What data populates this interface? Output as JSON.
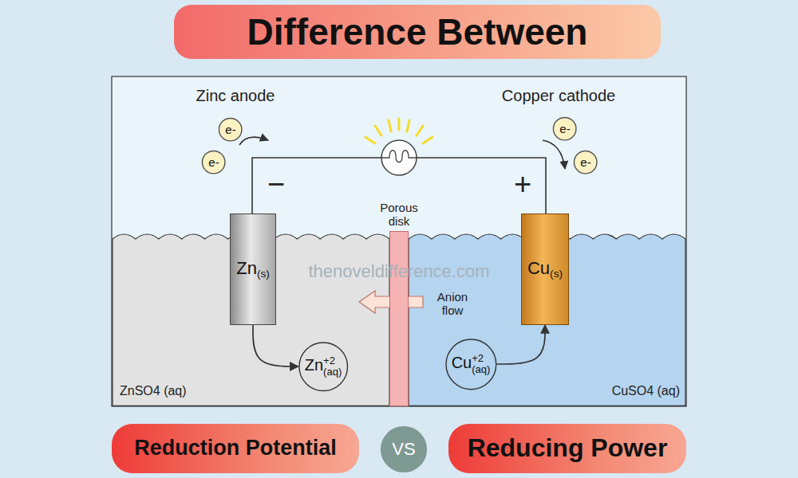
{
  "diagram": {
    "title": "Difference Between",
    "nodes": [
      {
        "text": [
          "e-"
        ]
      },
      {
        "text": [
          "e-"
        ]
      },
      {
        "text": [
          "e-"
        ]
      },
      {
        "text": [
          "e-"
        ]
      },
      {
        "text": [
          "Zn",
          "(s)"
        ]
      },
      {
        "text": [
          "Porous disk"
        ]
      },
      {
        "text": [
          "Cu",
          "(s)"
        ]
      },
      {
        "text": [
          "Zn",
          "+2",
          "(aq)"
        ]
      },
      {
        "text": [
          "Cu",
          "+2",
          "(aq)"
        ]
      },
      {
        "text": [
          "Reduction Potential"
        ]
      },
      {
        "text": [
          "VS"
        ]
      },
      {
        "text": [
          "Reducing Power"
        ]
      }
    ],
    "edges": [
      {
        "from": 4,
        "to": 7,
        "arrow": "to"
      },
      {
        "from": 8,
        "to": 6,
        "arrow": "to"
      }
    ],
    "labels": [
      "Zinc anode",
      "Copper cathode",
      "−",
      "+",
      "thenoveldifference.com",
      "Anion flow",
      "ZnSO4 (aq)",
      "CuSO4 (aq)"
    ]
  }
}
